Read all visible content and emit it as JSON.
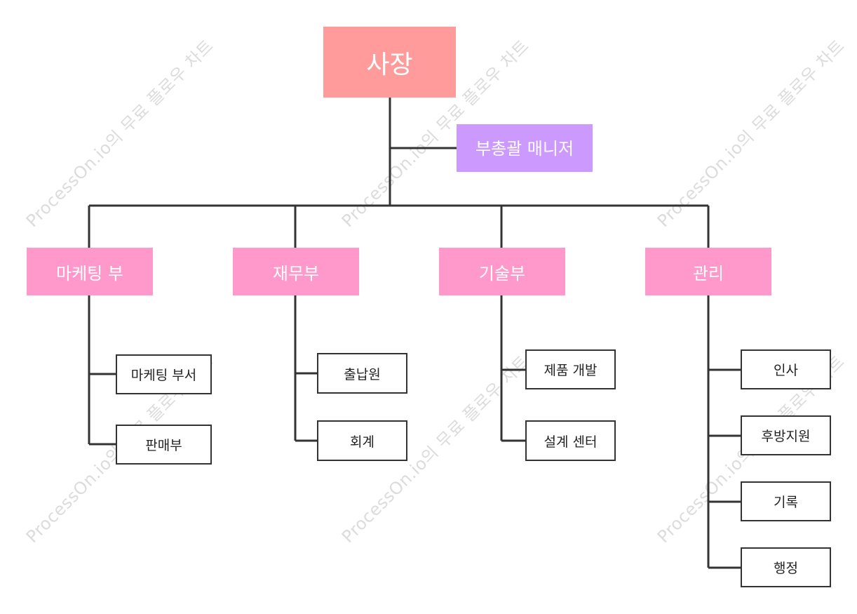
{
  "ceo": "사장",
  "deputy": "부총괄 매니저",
  "departments": [
    {
      "name": "마케팅 부",
      "subs": [
        "마케팅 부서",
        "판매부"
      ]
    },
    {
      "name": "재무부",
      "subs": [
        "출납원",
        "회계"
      ]
    },
    {
      "name": "기술부",
      "subs": [
        "제품 개발",
        "설계 센터"
      ]
    },
    {
      "name": "관리",
      "subs": [
        "인사",
        "후방지원",
        "기록",
        "행정"
      ]
    }
  ],
  "watermark": "ProcessOn.io의 무료 플로우 차트",
  "colors": {
    "ceo": "#ff9b9b",
    "deputy": "#cc99ff",
    "department": "#ff99cc",
    "line": "#333333"
  }
}
